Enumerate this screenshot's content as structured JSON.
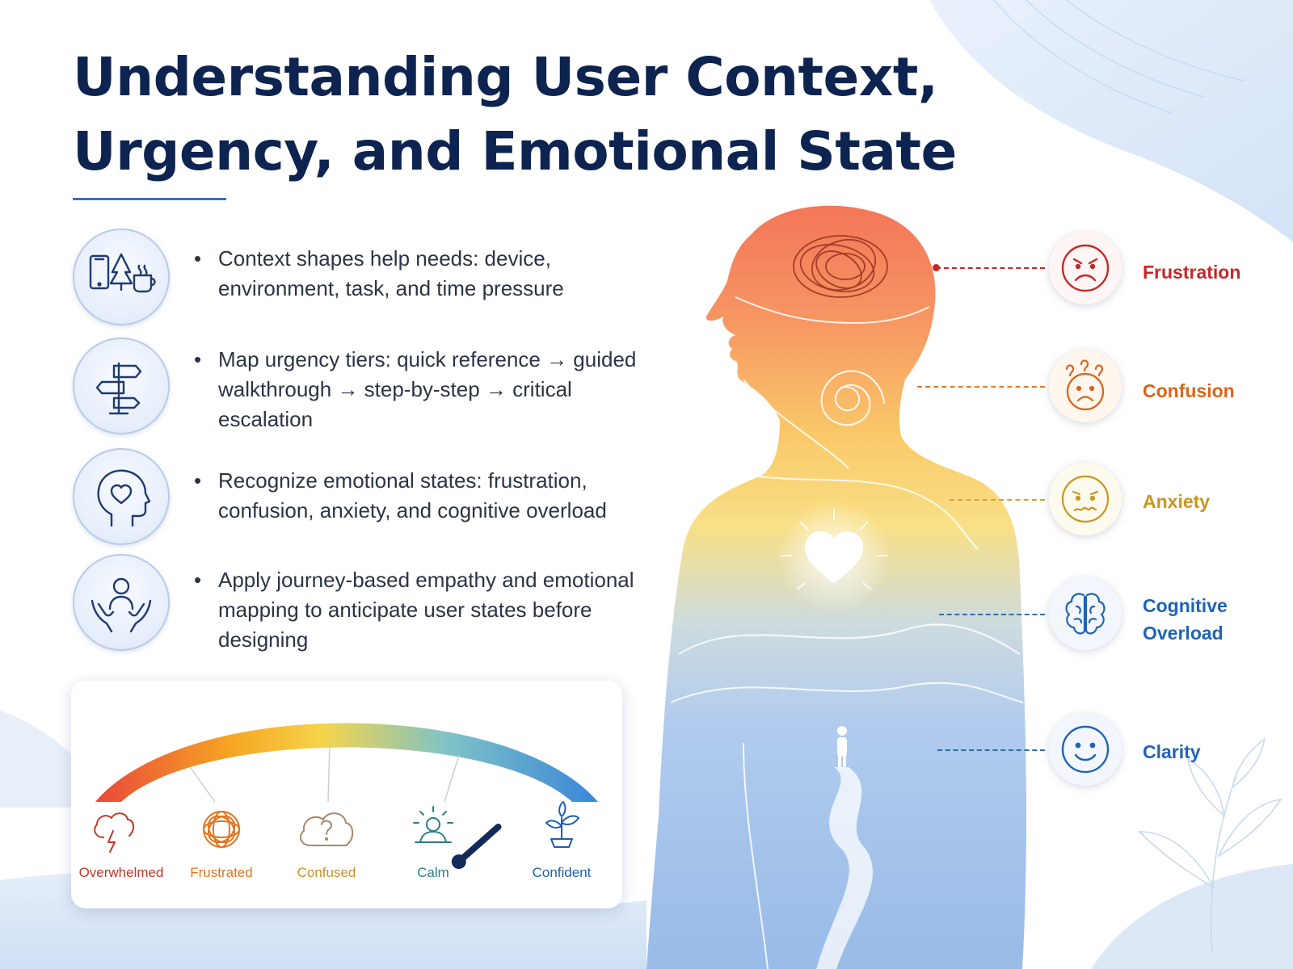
{
  "title": {
    "line1": "Understanding User Context,",
    "line2": "Urgency, and Emotional State"
  },
  "bullets": [
    {
      "icon": "device-tree-coffee-icon",
      "text": "Context shapes help needs: device, environment, task, and time pressure"
    },
    {
      "icon": "signpost-icon",
      "text": "Map urgency tiers: quick reference → guided walkthrough → step-by-step → critical escalation"
    },
    {
      "icon": "head-heart-icon",
      "text": "Recognize emotional states: frustration, confusion, anxiety, and cognitive overload"
    },
    {
      "icon": "hands-person-icon",
      "text": "Apply journey-based empathy and emotional mapping to anticipate user states before designing"
    }
  ],
  "bullet_marker": "•",
  "gauge": {
    "states": [
      {
        "label": "Overwhelmed",
        "icon": "storm-cloud-icon",
        "color": "#c0392b"
      },
      {
        "label": "Frustrated",
        "icon": "tangled-scribble-icon",
        "color": "#e0741e"
      },
      {
        "label": "Confused",
        "icon": "question-cloud-icon",
        "color": "#c9902a"
      },
      {
        "label": "Calm",
        "icon": "sunrise-person-icon",
        "color": "#2a7f86"
      },
      {
        "label": "Confident",
        "icon": "sprout-icon",
        "color": "#1f5fae"
      }
    ],
    "needle_position": 0.77,
    "colors": [
      "#e8473a",
      "#f6a623",
      "#f5d44a",
      "#7fc3c7",
      "#3a86d8"
    ]
  },
  "emotions": [
    {
      "label_lines": [
        "Frustration"
      ],
      "icon": "angry-face-icon",
      "color": "#c62828"
    },
    {
      "label_lines": [
        "Confusion"
      ],
      "icon": "confused-face-icon",
      "color": "#d9651a"
    },
    {
      "label_lines": [
        "Anxiety"
      ],
      "icon": "anxious-face-icon",
      "color": "#c8961e"
    },
    {
      "label_lines": [
        "Cognitive",
        "Overload"
      ],
      "icon": "brain-icon",
      "color": "#1f63b4"
    },
    {
      "label_lines": [
        "Clarity"
      ],
      "icon": "smiling-face-icon",
      "color": "#1f63b4"
    }
  ]
}
